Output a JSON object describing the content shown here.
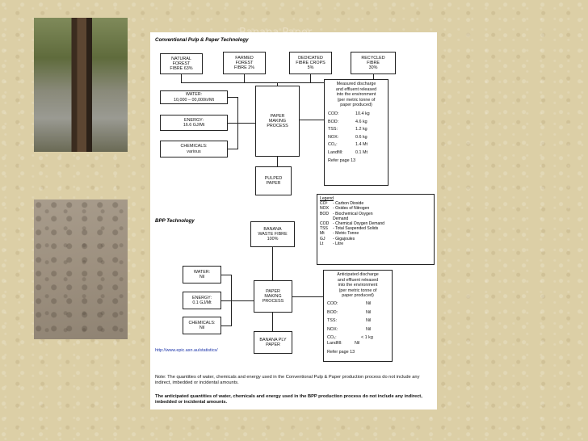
{
  "slide": {
    "title": "Banana Paper"
  },
  "doc": {
    "conventional_header": "Conventional Pulp & Paper Technology",
    "bpp_header": "BPP Technology",
    "conv_sources": [
      [
        "NATURAL",
        "FOREST",
        "FIBRE 63%"
      ],
      [
        "FARMED",
        "FOREST",
        "FIBRE 2%"
      ],
      [
        "DEDICATED",
        "FIBRE CROPS",
        "5%"
      ],
      [
        "RECYCLED",
        "FIBRE",
        "30%"
      ]
    ],
    "conv_inputs": [
      [
        "WATER:",
        "10,000 – 00,000ℓr/Mt"
      ],
      [
        "ENERGY:",
        "16.6 GJ/Mt"
      ],
      [
        "CHEMICALS:",
        "various"
      ]
    ],
    "conv_process": [
      "PAPER",
      "MAKING",
      "PROCESS"
    ],
    "conv_output": [
      "PULPED",
      "PAPER"
    ],
    "conv_measure": {
      "heading": [
        "Measured discharge",
        "and effluent released",
        "into the environment",
        "(per metric tonne of",
        "paper produced)"
      ],
      "rows": [
        {
          "k": "COD:",
          "v": "10.4 kg"
        },
        {
          "k": "BOD:",
          "v": "4.6 kg"
        },
        {
          "k": "TSS:",
          "v": "1.2 kg"
        },
        {
          "k": "NOX:",
          "v": "0.6 kg"
        },
        {
          "k": "CO₂:",
          "v": "1.4 Mt"
        },
        {
          "k": "Landfill:",
          "v": "0.1 Mt"
        }
      ],
      "ref": "Refer page 13"
    },
    "legend": {
      "title": "Legend",
      "items": [
        {
          "k": "CO²",
          "d": "-  Carbon Dioxide"
        },
        {
          "k": "NOX",
          "d": "-  Oxides of Nitrogen"
        },
        {
          "k": "BOD",
          "d": "-  Biochemical      Oxygen"
        },
        {
          "k": "",
          "d": "    Demand"
        },
        {
          "k": "COD",
          "d": "-  Chemical Oxygen Demand"
        },
        {
          "k": "TSS",
          "d": "-  Total Suspended Solids"
        },
        {
          "k": "Mt",
          "d": "-  Metric Tonne"
        },
        {
          "k": "GJ",
          "d": "-  Gigajoules"
        },
        {
          "k": "Lt",
          "d": "-  Litre"
        }
      ]
    },
    "bpp_source": [
      "BANANA",
      "WASTE FIBRE",
      "100%"
    ],
    "bpp_inputs": [
      [
        "WATER:",
        "Nil"
      ],
      [
        "ENERGY:",
        "0.1 GJ/Mt"
      ],
      [
        "CHEMICALS:",
        "Nil"
      ]
    ],
    "bpp_process": [
      "PAPER",
      "MAKING",
      "PROCESS"
    ],
    "bpp_output": [
      "BANANA PLY",
      "PAPER"
    ],
    "bpp_measure": {
      "heading": [
        "Anticipated discharge",
        "and effluent released",
        "into the environment",
        "(per metric tonne of",
        "paper produced)"
      ],
      "rows": [
        {
          "k": "COD:",
          "v": "Nil"
        },
        {
          "k": "BOD:",
          "v": "Nil"
        },
        {
          "k": "TSS:",
          "v": "Nil"
        },
        {
          "k": "NOX:",
          "v": "Nil"
        },
        {
          "k": "CO₂:",
          "v": "< 1 kg"
        },
        {
          "k": "Landfill:",
          "v": "Nil"
        }
      ],
      "ref": "Refer page 13"
    },
    "url": "http://www.epic.asn.au/statistics/",
    "note1": "Note: The quantities of water, chemicals and energy used in the Conventional Pulp & Paper production process do not include any indirect, imbedded or incidental amounts.",
    "note2": "The anticipated quantities of water, chemicals and energy used in the BPP production process do not include any indirect, imbedded or incidental amounts."
  }
}
